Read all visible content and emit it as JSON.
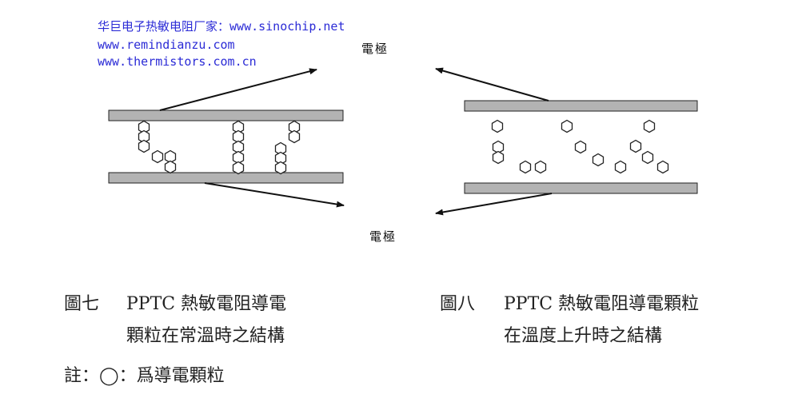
{
  "watermark": {
    "line1": "华巨电子热敏电阻厂家：www.sinochip.net",
    "line2": "www.remindianzu.com",
    "line3": "www.thermistors.com.cn"
  },
  "electrode_label_top": "電極",
  "electrode_label_bottom": "電極",
  "figure7": {
    "number": "圖七",
    "caption_line1": "PPTC 熱敏電阻導電",
    "caption_line2": "顆粒在常溫時之結構"
  },
  "figure8": {
    "number": "圖八",
    "caption_line1": "PPTC 熱敏電阻導電顆粒",
    "caption_line2": "在溫度上升時之結構"
  },
  "note": "註：◯：爲導電顆粒",
  "colors": {
    "electrode_fill": "#b3b3b3",
    "outline": "#222222",
    "watermark": "#2b2bd6"
  }
}
